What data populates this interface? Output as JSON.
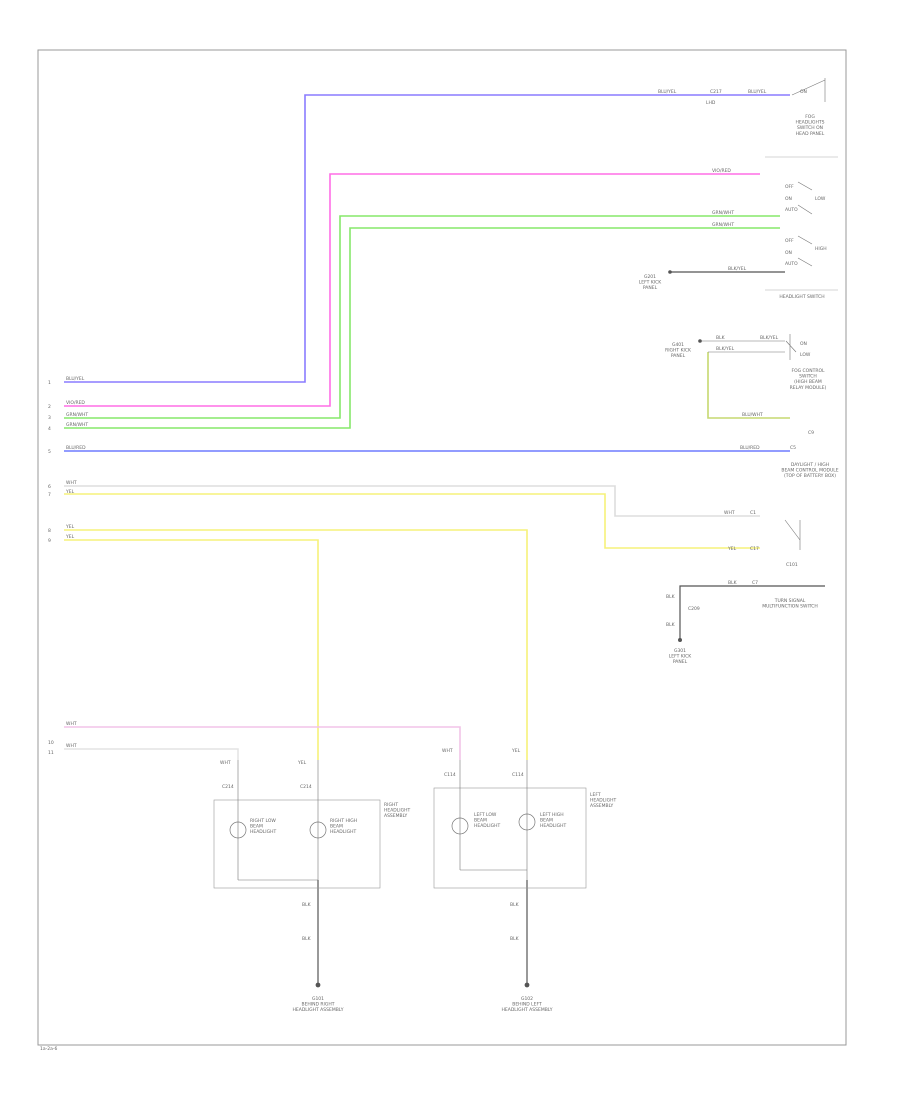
{
  "colors": {
    "violet": "#8a7cff",
    "magenta": "#ff6ee6",
    "green": "#86e86a",
    "blue": "#6f7cff",
    "yellow": "#f6f27a",
    "white_wire": "#dddddd",
    "pink_faint": "#f2c4e8",
    "frame": "#999999"
  },
  "left_terminals": {
    "t1": {
      "num": "1",
      "wire": "BLU/YEL"
    },
    "t2": {
      "num": "2",
      "wire": "VIO/RED"
    },
    "t3": {
      "num": "3",
      "wire": "GRN/WHT"
    },
    "t4": {
      "num": "4",
      "wire": "GRN/WHT"
    },
    "t5": {
      "num": "5",
      "wire": "BLU/RED"
    },
    "t6": {
      "num": "6",
      "wire": "WHT"
    },
    "t7": {
      "num": "7",
      "wire": "YEL"
    },
    "t8": {
      "num": "8",
      "wire": "YEL"
    },
    "t9": {
      "num": "9",
      "wire": "YEL"
    },
    "t10": {
      "num": "10",
      "wire": "WHT"
    },
    "t11": {
      "num": "11",
      "wire": "WHT"
    }
  },
  "top_switch": {
    "wire_in": "BLU/YEL",
    "pin": "C217",
    "pin_sub": "LHD",
    "wire_out": "BLU/YEL",
    "pos": "ON",
    "name": "FOG\nHEADLIGHTS\nSWITCH ON\nHEAD PANEL"
  },
  "hl_switch": {
    "wire_a": "VIO/RED",
    "wire_b": "GRN/WHT",
    "wire_c": "GRN/WHT",
    "pos1": "OFF",
    "pos2": "ON",
    "pos3": "AUTO",
    "low": "LOW",
    "high": "HIGH",
    "ground_wire": "BLK/YEL",
    "ground_name": "G201\nLEFT KICK\nPANEL",
    "name": "HEADLIGHT SWITCH"
  },
  "dimmer": {
    "wire1": "BLK",
    "wire2": "BLK/YEL",
    "wire3": "BLK/YEL",
    "ground_name": "G401\nRIGHT KICK\nPANEL",
    "pos_on": "ON",
    "pos_low": "LOW",
    "name": "FOG CONTROL\nSWITCH\n(HIGH BEAM\nRELAY MODULE)",
    "wire_return": "BLU/WHT",
    "pin": "C9"
  },
  "relay_module": {
    "wire": "BLU/RED",
    "pin": "C5",
    "name": "DAYLIGHT / HIGH\nBEAM CONTROL MODULE\n(TOP OF BATTERY BOX)"
  },
  "relay2": {
    "wire1": "WHT",
    "wire2": "YEL",
    "pin1": "C1",
    "pin2": "C17",
    "name": "C101"
  },
  "turn_signal": {
    "wire": "BLK",
    "pin": "C7",
    "wire_b": "BLK",
    "wire_c": "BLK",
    "pin_sub": "C209",
    "ground_name": "G301\nLEFT KICK\nPANEL",
    "name": "TURN SIGNAL\nMULTIFUNCTION SWITCH"
  },
  "right_hl": {
    "wire_low": "WHT",
    "wire_high": "YEL",
    "pin_low": "C214",
    "pin_high": "C214",
    "lamp_low": "RIGHT LOW\nBEAM\nHEADLIGHT",
    "lamp_high": "RIGHT HIGH\nBEAM\nHEADLIGHT",
    "name": "RIGHT\nHEADLIGHT\nASSEMBLY",
    "gnd_wire1": "BLK",
    "gnd_wire2": "BLK",
    "ground_name": "G101\nBEHIND RIGHT\nHEADLIGHT ASSEMBLY"
  },
  "left_hl": {
    "wire_low": "WHT",
    "wire_high": "YEL",
    "pin_low": "C114",
    "pin_high": "C114",
    "lamp_low": "LEFT LOW\nBEAM\nHEADLIGHT",
    "lamp_high": "LEFT HIGH\nBEAM\nHEADLIGHT",
    "name": "LEFT\nHEADLIGHT\nASSEMBLY",
    "gnd_wire1": "BLK",
    "gnd_wire2": "BLK",
    "ground_name": "G102\nBEHIND LEFT\nHEADLIGHT ASSEMBLY"
  },
  "footer": {
    "code": "1a-2a-6"
  }
}
